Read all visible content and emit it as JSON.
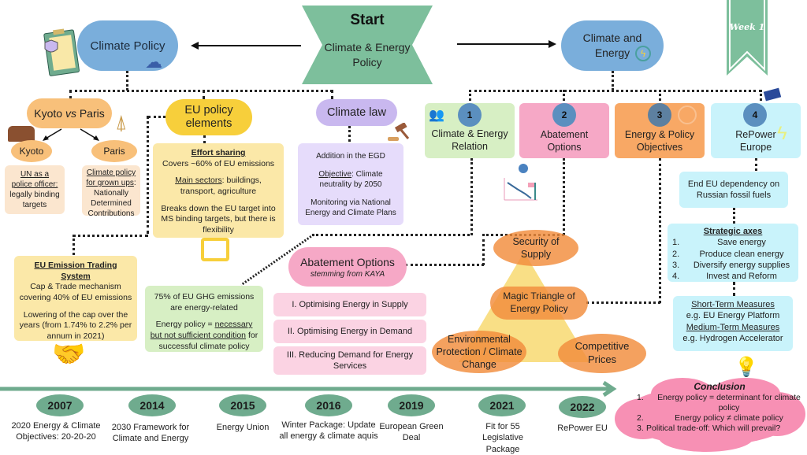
{
  "start": {
    "title": "Start",
    "subtitle": "Climate & Energy Policy"
  },
  "week_badge": "Week 1",
  "climate_policy": {
    "title": "Climate Policy",
    "kyoto_vs_paris": {
      "title_a": "Kyoto ",
      "title_vs": "vs",
      "title_b": " Paris",
      "kyoto": {
        "label": "Kyoto",
        "desc_u": "UN as a police officer:",
        "desc": " legally binding targets"
      },
      "paris": {
        "label": "Paris",
        "desc_u": "Climate policy for grown ups",
        "desc": ": Nationally Determined Contributions"
      }
    },
    "eu_policy_elements": {
      "title": "EU policy elements",
      "effort_sharing": {
        "heading": "Effort sharing",
        "line1": "Covers ~60% of EU emissions",
        "sectors_u": "Main sectors",
        "sectors": ": buildings, transport, agriculture",
        "line3": "Breaks down the EU target into MS binding targets, but there is flexibility"
      },
      "ets": {
        "heading": "EU Emission Trading System",
        "line1": "Cap & Trade mechanism covering 40% of EU emissions",
        "line2": "Lowering of the cap over the years (from 1.74% to 2.2% per annum in 2021)"
      }
    },
    "climate_law": {
      "title": "Climate law",
      "line1": "Addition in the EGD",
      "objective_u": "Objective",
      "objective": ": Climate neutrality by 2050",
      "line3": "Monitoring via National Energy and Climate Plans"
    }
  },
  "climate_energy": {
    "title": "Climate and Energy",
    "sections": [
      {
        "num": "1",
        "label": "Climate & Energy Relation"
      },
      {
        "num": "2",
        "label": "Abatement Options"
      },
      {
        "num": "3",
        "label": "Energy & Policy Objectives"
      },
      {
        "num": "4",
        "label": "RePower Europe"
      }
    ],
    "relation_box": {
      "line1": "75% of EU GHG emissions are energy-related",
      "line2_a": "Energy policy = ",
      "line2_u": "necessary but not sufficient condition",
      "line2_b": " for successful climate policy"
    },
    "abatement": {
      "title": "Abatement Options",
      "subtitle": "stemming from KAYA",
      "items": [
        "I. Optimising Energy in Supply",
        "II. Optimising Energy in Demand",
        "III. Reducing Demand for Energy Services"
      ]
    },
    "triangle": {
      "center": "Magic Triangle of Energy Policy",
      "top": "Security of Supply",
      "left": "Environmental Protection / Climate Change",
      "right": "Competitive Prices"
    },
    "repower": {
      "dependency": "End EU dependency on Russian fossil fuels",
      "axes_title": "Strategic axes",
      "axes": [
        "Save energy",
        "Produce clean energy",
        "Diversify energy supplies",
        "Invest and Reform"
      ],
      "short_term_u": "Short-Term Measures",
      "short_term": "e.g. EU Energy Platform",
      "medium_term_u": "Medium-Term Measures",
      "medium_term": "e.g. Hydrogen Accelerator"
    }
  },
  "timeline": [
    {
      "year": "2007",
      "text": "2020 Energy & Climate Objectives: 20-20-20"
    },
    {
      "year": "2014",
      "text": "2030 Framework for Climate and Energy"
    },
    {
      "year": "2015",
      "text": "Energy Union"
    },
    {
      "year": "2016",
      "text": "Winter Package: Update all energy & climate aquis"
    },
    {
      "year": "2019",
      "text": "European Green Deal"
    },
    {
      "year": "2021",
      "text": "Fit for 55 Legislative Package"
    },
    {
      "year": "2022",
      "text": "RePower EU"
    }
  ],
  "conclusion": {
    "title": "Conclusion",
    "items": [
      "Energy policy = determinant for climate policy",
      "Energy policy ≠ climate policy",
      "Political trade-off: Which will prevail?"
    ]
  },
  "colors": {
    "green": "#7dbf9c",
    "blue": "#7aaedb",
    "orange": "#f8b66b",
    "yellow": "#f7cf3b",
    "lavender": "#c9b8ef",
    "pink": "#f6a8c6",
    "cyan": "#c9f3fb",
    "timeline": "#6fab8e"
  }
}
